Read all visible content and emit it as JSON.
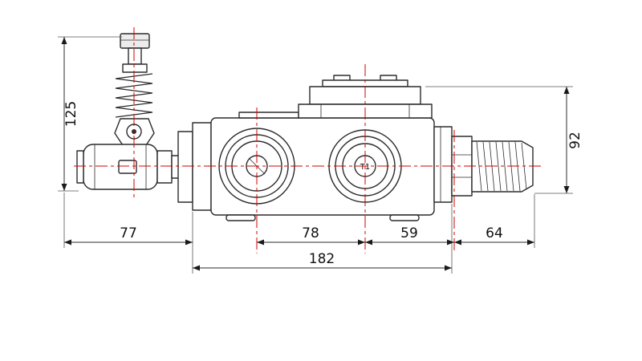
{
  "drawing": {
    "type": "technical-dimension-drawing",
    "part": "hydraulic-directional-control-valve",
    "dimensions": {
      "height_left": "125",
      "lever_span": "77",
      "port_spacing": "78",
      "port_to_body_end": "59",
      "fitting_length": "64",
      "overall_length": "182",
      "height_right": "92"
    },
    "port_labels": {
      "right_port": "T1"
    },
    "colors": {
      "background": "#ffffff",
      "line": "#2b2b2b",
      "centerline": "#d40000",
      "dim-text": "#111111"
    }
  }
}
